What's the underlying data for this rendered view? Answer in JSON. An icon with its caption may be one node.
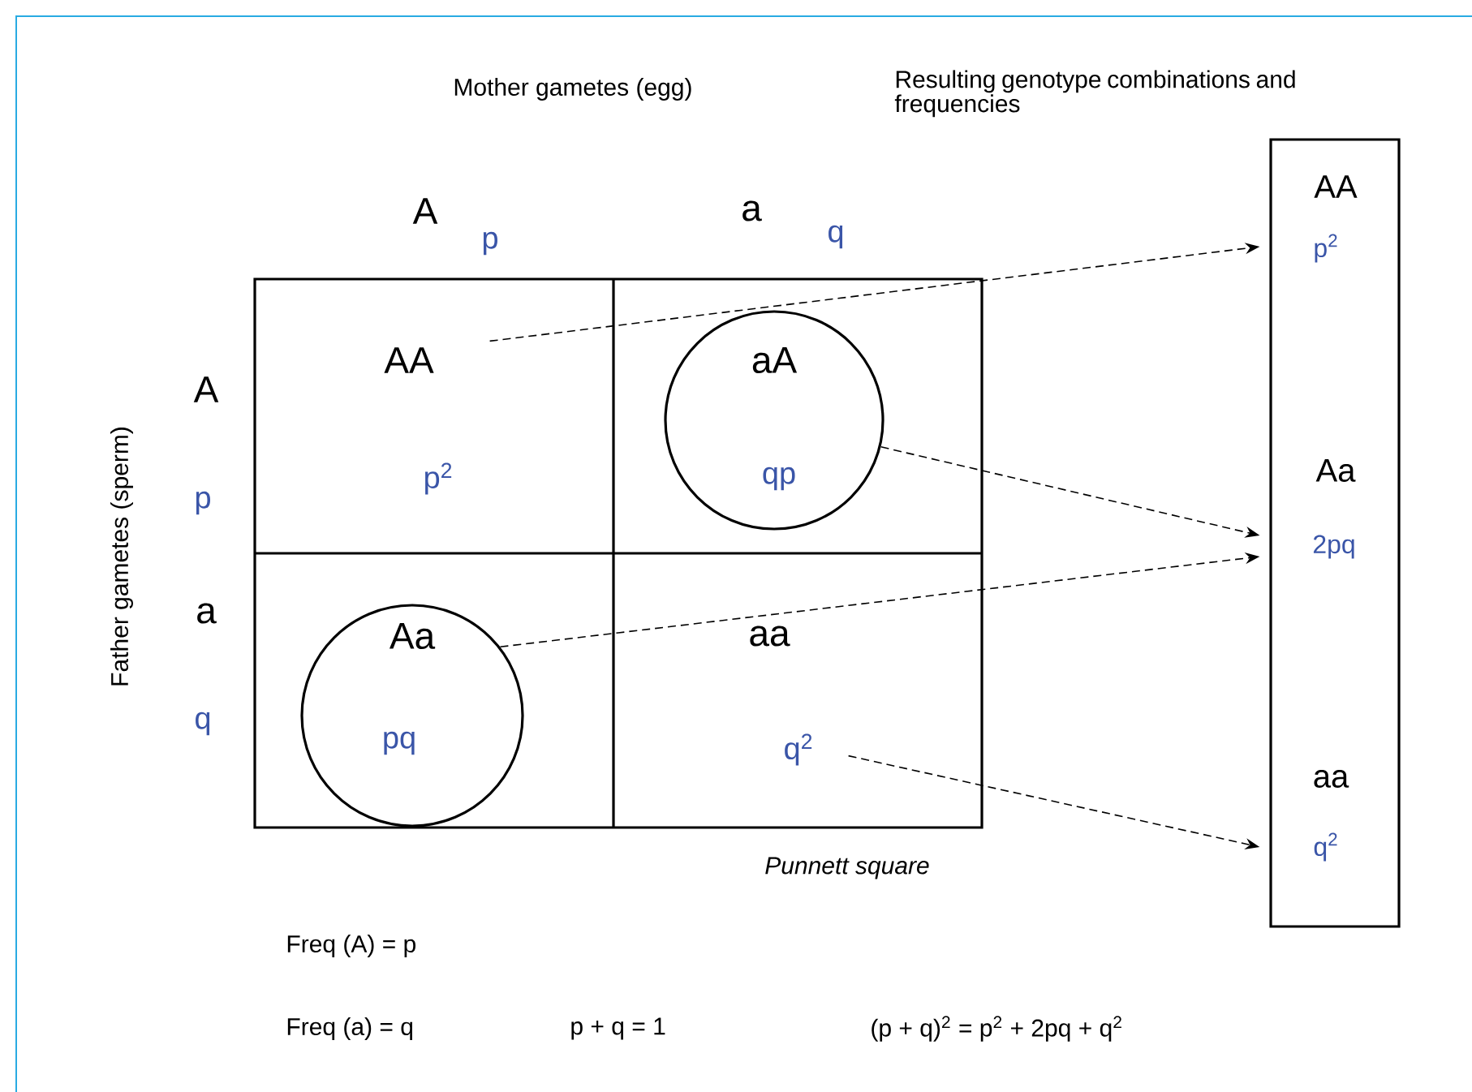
{
  "diagram": {
    "nodes": [
      {
        "text": [
          "AA",
          "p$^{2}$"
        ]
      },
      {
        "text": [
          "aA",
          "qp"
        ]
      },
      {
        "text": [
          "Aa",
          "pq"
        ]
      },
      {
        "text": [
          "aa",
          "q$^{2}$"
        ]
      },
      {
        "text": [
          "AA",
          "p$^{2}$",
          "Aa",
          "2pq",
          "aa",
          "q$^{2}$"
        ]
      }
    ],
    "edges": [
      {
        "from": 0,
        "to": 4,
        "arrow": "to",
        "style": "dashed"
      },
      {
        "from": 1,
        "to": 4,
        "arrow": "to",
        "style": "dashed"
      },
      {
        "from": 2,
        "to": 4,
        "arrow": "to",
        "style": "dashed"
      },
      {
        "from": 3,
        "to": 4,
        "arrow": "to",
        "style": "dashed"
      }
    ],
    "labels": [
      "Mother gametes (egg)",
      "Resulting genotype combinations and frequencies",
      "A",
      "p",
      "a",
      "q",
      "Father gametes (sperm)",
      "A",
      "p",
      "a",
      "q",
      "Punnett square",
      "Freq (A) = p",
      "Freq (a) = q",
      "p + q = 1",
      "(p + q)$^{2}$ = p$^{2}$ + 2pq + q$^{2}$"
    ]
  }
}
